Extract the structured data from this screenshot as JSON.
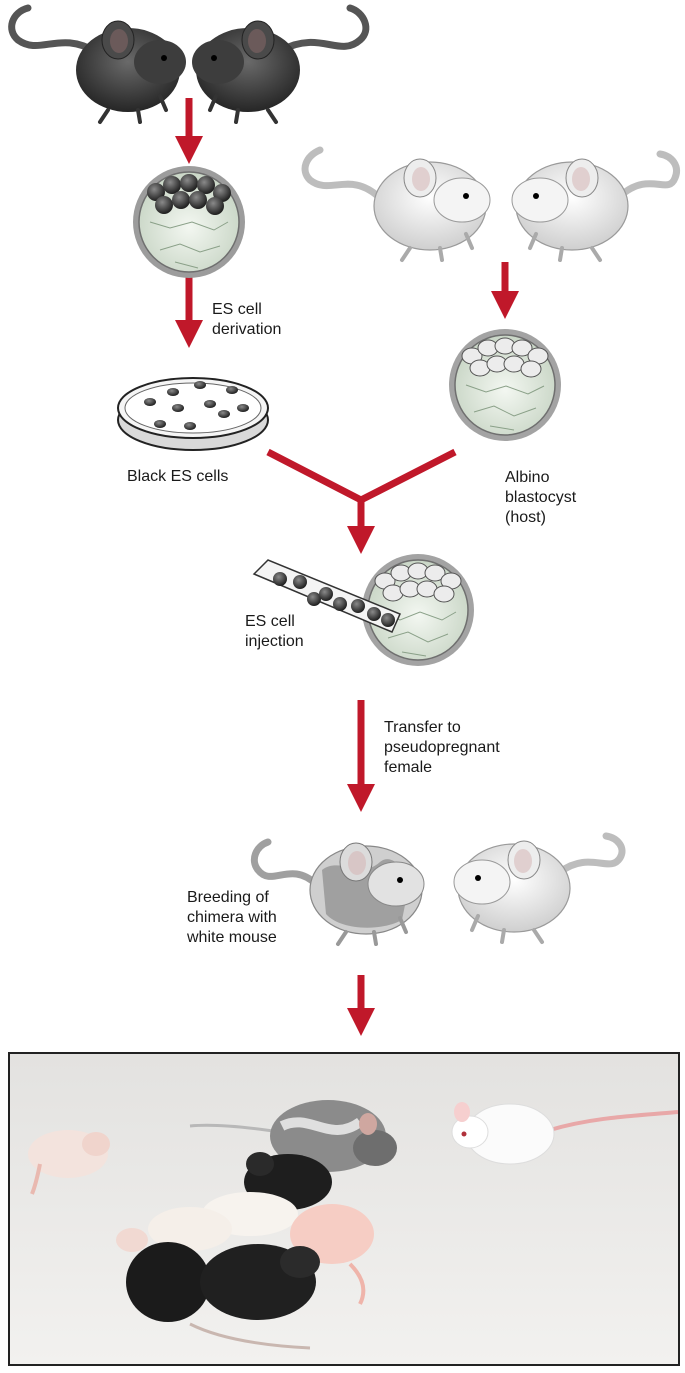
{
  "labels": {
    "derivation": "ES cell\nderivation",
    "black_es_cells": "Black ES cells",
    "albino_blastocyst": "Albino\nblastocyst\n(host)",
    "injection": "ES cell\ninjection",
    "transfer": "Transfer to\npseudopregnant\nfemale",
    "breeding": "Breeding of\nchimera with\nwhite mouse"
  },
  "colors": {
    "arrow": "#c0182a",
    "black_mouse": "#3a3a3a",
    "white_mouse": "#f2f2f2",
    "cell_fill": "#e6efe4",
    "photo_background": "#e9e8e6"
  },
  "icons": {
    "black_mouse_pair": "black-mouse-pair-icon",
    "albino_mouse_pair": "albino-mouse-pair-icon",
    "chimera_mouse_pair": "chimera-and-white-mouse-icon",
    "blastocyst": "blastocyst-icon",
    "petri_dish": "petri-dish-icon",
    "pipette": "injection-pipette-icon"
  }
}
